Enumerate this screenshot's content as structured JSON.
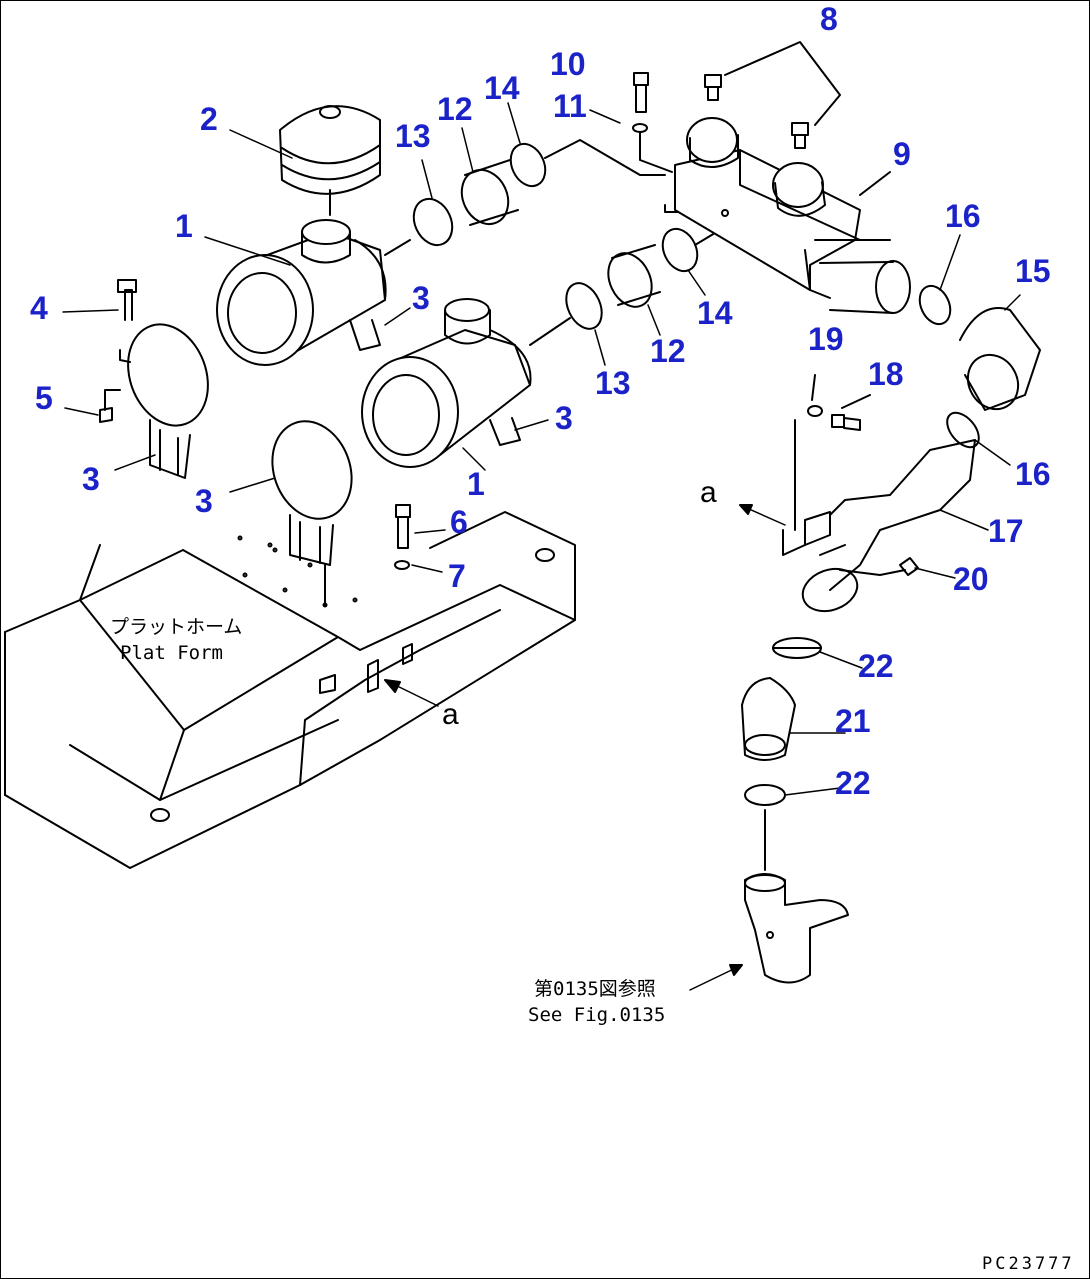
{
  "drawing": {
    "callout_color": "#1a22c8",
    "line_color": "#000000",
    "drawing_number": "PC23777"
  },
  "callouts": [
    {
      "key": "c1a",
      "text": "1"
    },
    {
      "key": "c1b",
      "text": "1"
    },
    {
      "key": "c2",
      "text": "2"
    },
    {
      "key": "c3a",
      "text": "3"
    },
    {
      "key": "c3b",
      "text": "3"
    },
    {
      "key": "c3c",
      "text": "3"
    },
    {
      "key": "c3d",
      "text": "3"
    },
    {
      "key": "c4",
      "text": "4"
    },
    {
      "key": "c5",
      "text": "5"
    },
    {
      "key": "c6",
      "text": "6"
    },
    {
      "key": "c7",
      "text": "7"
    },
    {
      "key": "c8",
      "text": "8"
    },
    {
      "key": "c9",
      "text": "9"
    },
    {
      "key": "c10",
      "text": "10"
    },
    {
      "key": "c11",
      "text": "11"
    },
    {
      "key": "c12a",
      "text": "12"
    },
    {
      "key": "c12b",
      "text": "12"
    },
    {
      "key": "c13a",
      "text": "13"
    },
    {
      "key": "c13b",
      "text": "13"
    },
    {
      "key": "c14a",
      "text": "14"
    },
    {
      "key": "c14b",
      "text": "14"
    },
    {
      "key": "c15",
      "text": "15"
    },
    {
      "key": "c16a",
      "text": "16"
    },
    {
      "key": "c16b",
      "text": "16"
    },
    {
      "key": "c17",
      "text": "17"
    },
    {
      "key": "c18",
      "text": "18"
    },
    {
      "key": "c19",
      "text": "19"
    },
    {
      "key": "c20",
      "text": "20"
    },
    {
      "key": "c21",
      "text": "21"
    },
    {
      "key": "c22a",
      "text": "22"
    },
    {
      "key": "c22b",
      "text": "22"
    }
  ],
  "notes": {
    "platform_jp": "プラットホーム",
    "platform_en": "Plat Form",
    "see_fig_jp": "第0135図参照",
    "see_fig_en": "See Fig.0135",
    "view_a_1": "a",
    "view_a_2": "a"
  }
}
